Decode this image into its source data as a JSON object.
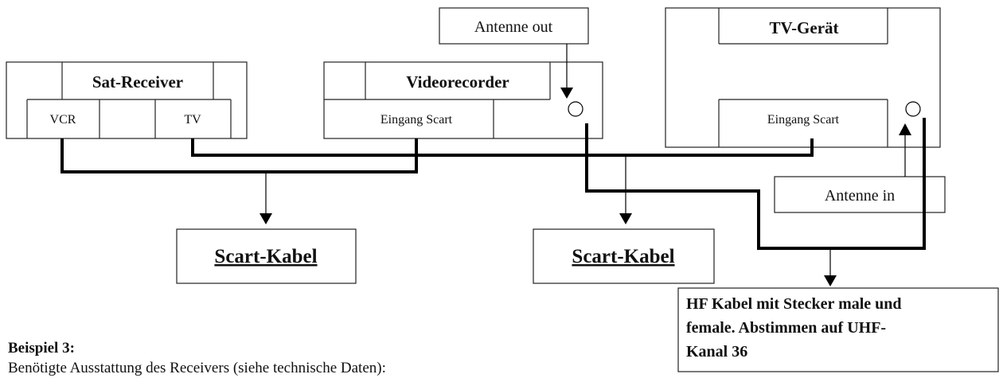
{
  "diagram": {
    "sat_receiver": {
      "title": "Sat-Receiver",
      "port_vcr": "VCR",
      "port_tv": "TV"
    },
    "videorecorder": {
      "title": "Videorecorder",
      "input_label": "Eingang Scart"
    },
    "antenna_out": "Antenne out",
    "tv": {
      "title": "TV-Gerät",
      "input_label": "Eingang Scart"
    },
    "antenna_in": "Antenne in",
    "scart_cable_1": "Scart-Kabel",
    "scart_cable_2": "Scart-Kabel",
    "hf_cable": {
      "line1": "HF Kabel mit Stecker male und",
      "line2": "female. Abstimmen auf UHF-",
      "line3": "Kanal 36"
    }
  },
  "footer": {
    "heading": "Beispiel 3:",
    "text": "Benötigte Ausstattung des Receivers (siehe technische Daten):"
  }
}
